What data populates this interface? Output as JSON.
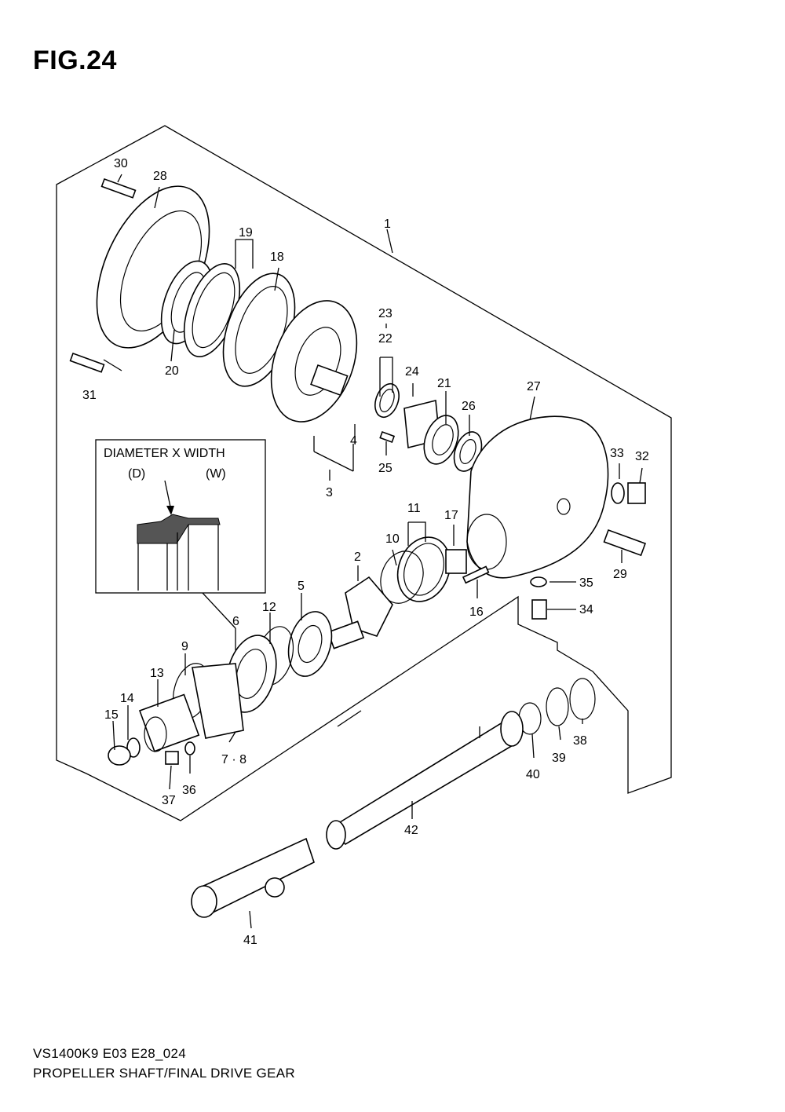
{
  "figure": {
    "title": "FIG.24"
  },
  "inset": {
    "title": "DIAMETER X WIDTH",
    "d_label": "(D)",
    "w_label": "(W)"
  },
  "callouts": {
    "c1": "1",
    "c2": "2",
    "c3": "3",
    "c4": "4",
    "c5": "5",
    "c6": "6",
    "c78": "7 · 8",
    "c9": "9",
    "c10": "10",
    "c11": "11",
    "c12": "12",
    "c13": "13",
    "c14": "14",
    "c15": "15",
    "c16": "16",
    "c17": "17",
    "c18": "18",
    "c19": "19",
    "c20": "20",
    "c21": "21",
    "c22": "22",
    "c23": "23",
    "c24": "24",
    "c25": "25",
    "c26": "26",
    "c27": "27",
    "c28": "28",
    "c29": "29",
    "c30": "30",
    "c31": "31",
    "c32": "32",
    "c33": "33",
    "c34": "34",
    "c35": "35",
    "c36": "36",
    "c37": "37",
    "c38": "38",
    "c39": "39",
    "c40": "40",
    "c41": "41",
    "c42": "42"
  },
  "footer": {
    "model_code": "VS1400K9 E03 E28_024",
    "description": "PROPELLER SHAFT/FINAL DRIVE GEAR"
  }
}
